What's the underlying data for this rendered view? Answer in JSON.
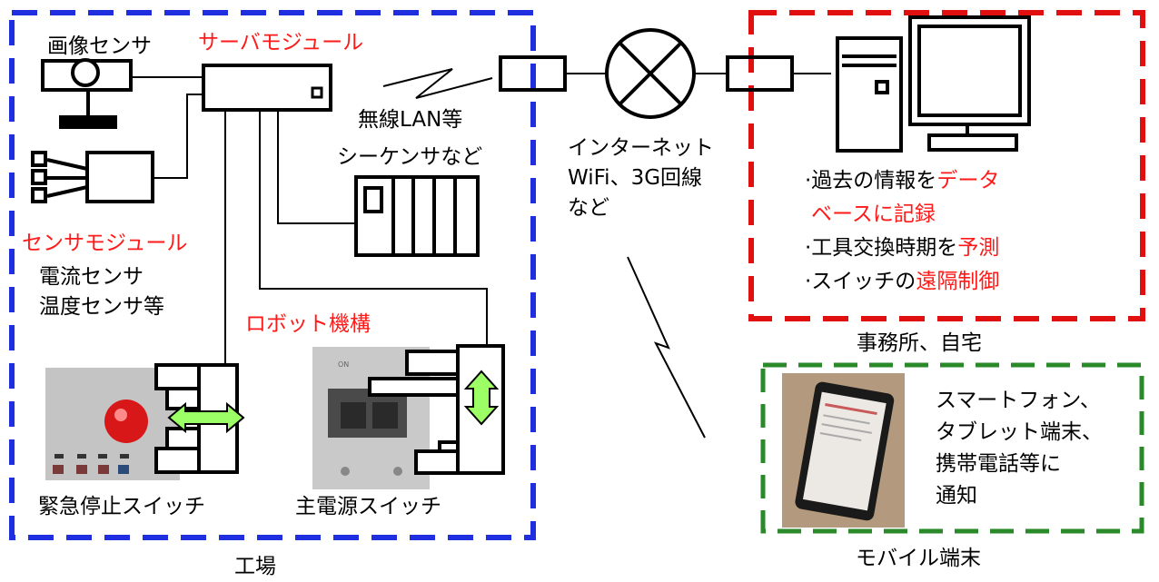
{
  "factory": {
    "caption": "工場",
    "image_sensor": "画像センサ",
    "server_module": "サーバモジュール",
    "wireless_lan": "無線LAN等",
    "sequencer": "シーケンサなど",
    "sensor_module": "センサモジュール",
    "sensor_list": [
      "電流センサ",
      "温度センサ等"
    ],
    "robot": "ロボット機構",
    "emergency_switch": "緊急停止スイッチ",
    "main_power_switch": "主電源スイッチ"
  },
  "network": {
    "lines": [
      "インターネット",
      "WiFi、3G回線",
      "など"
    ]
  },
  "office": {
    "caption": "事務所、自宅",
    "features": [
      {
        "prefix": "·過去の情報を",
        "highlight": "データ",
        "line2": "ベースに記録"
      },
      {
        "prefix": "·工具交換時期を",
        "highlight": "予測"
      },
      {
        "prefix": "·スイッチの",
        "highlight": "遠隔制御"
      }
    ]
  },
  "mobile": {
    "caption": "モバイル端末",
    "lines": [
      "スマートフォン、",
      "タブレット端末、",
      "携帯電話等に",
      "通知"
    ]
  },
  "colors": {
    "factory_border": "#1f2fe0",
    "office_border": "#e01010",
    "mobile_border": "#2a8a2a",
    "accent_red": "#ff1a1a",
    "arrow_green": "#9cff66"
  }
}
